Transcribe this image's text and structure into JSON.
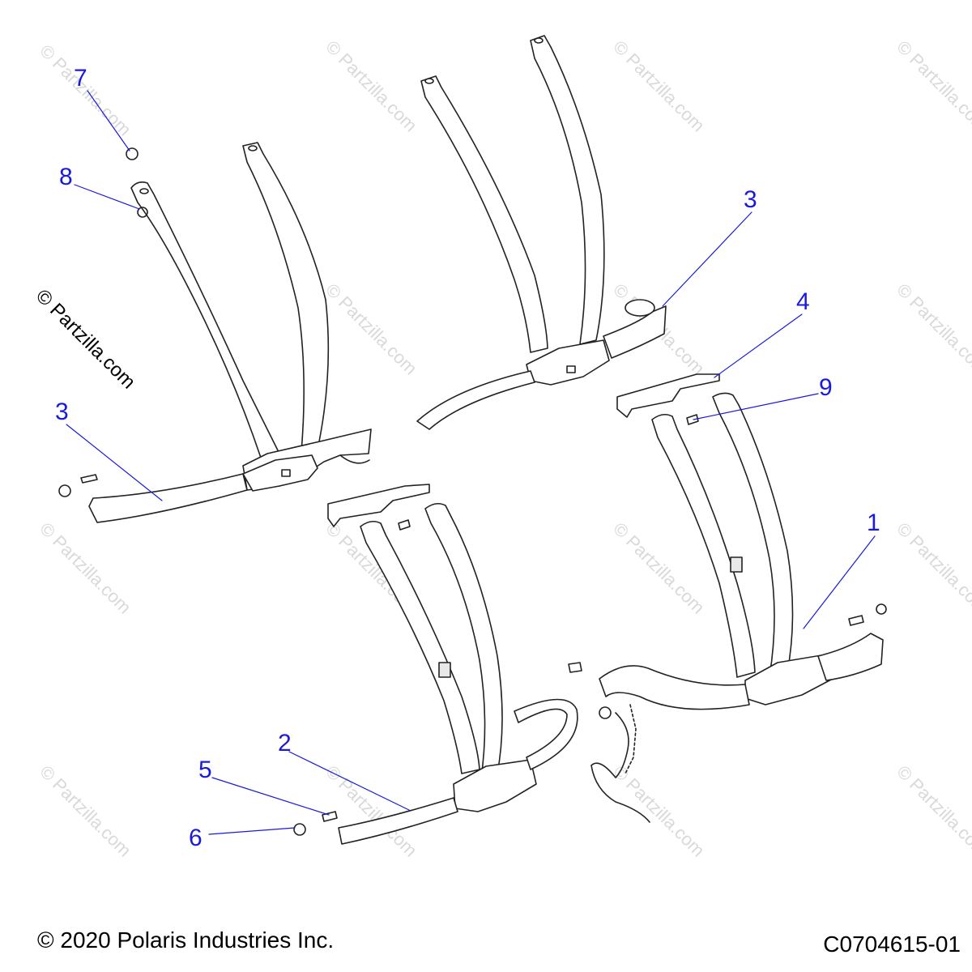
{
  "watermark": {
    "text": "© Partzilla.com"
  },
  "side_copyright": "© Partzilla.com",
  "callouts": [
    {
      "id": "c1",
      "label": "1"
    },
    {
      "id": "c2",
      "label": "2"
    },
    {
      "id": "c3a",
      "label": "3"
    },
    {
      "id": "c3b",
      "label": "3"
    },
    {
      "id": "c4",
      "label": "4"
    },
    {
      "id": "c5",
      "label": "5"
    },
    {
      "id": "c6",
      "label": "6"
    },
    {
      "id": "c7",
      "label": "7"
    },
    {
      "id": "c8",
      "label": "8"
    },
    {
      "id": "c9",
      "label": "9"
    }
  ],
  "footer": {
    "copyright": "© 2020 Polaris Industries Inc.",
    "drawing_number": "C0704615-01"
  },
  "colors": {
    "callout": "#1a1adc",
    "line_art": "#222222",
    "watermark": "#d9d9d9"
  }
}
